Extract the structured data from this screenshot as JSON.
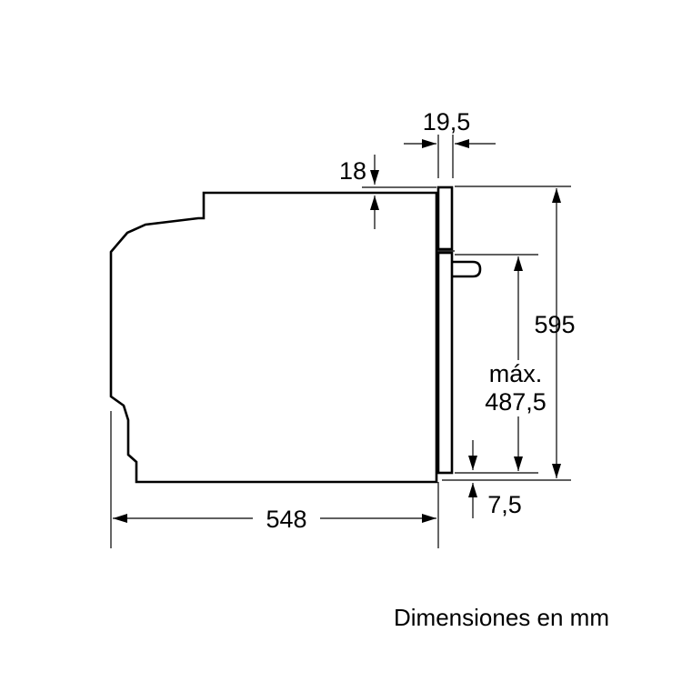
{
  "dimensions": {
    "depth": "548",
    "height": "595",
    "max_label_line1": "máx.",
    "max_label_line2": "487,5",
    "front_thickness": "19,5",
    "top_offset": "18",
    "bottom_offset": "7,5"
  },
  "caption": "Dimensiones en mm",
  "colors": {
    "line": "#000000",
    "background": "#ffffff"
  }
}
